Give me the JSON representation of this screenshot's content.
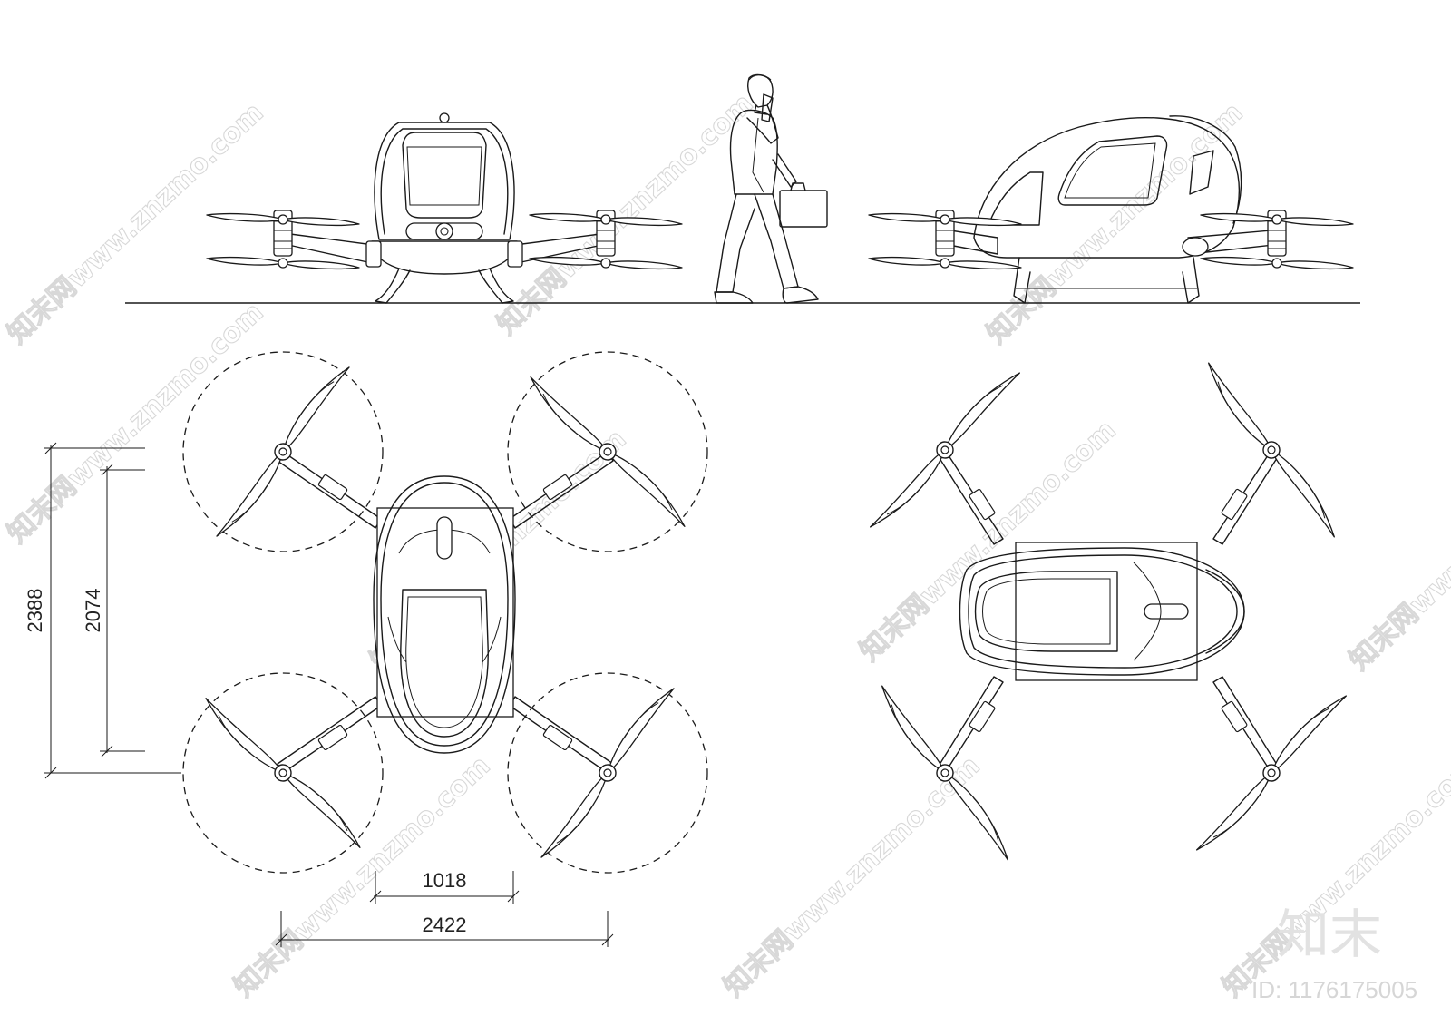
{
  "dimensions": {
    "overall_height": "2388",
    "body_height": "2074",
    "body_width": "1018",
    "overall_width": "2422"
  },
  "watermark": {
    "text": "知末网www.znzmo.com",
    "brand": "知末",
    "id_label": "ID: 1176175005"
  }
}
